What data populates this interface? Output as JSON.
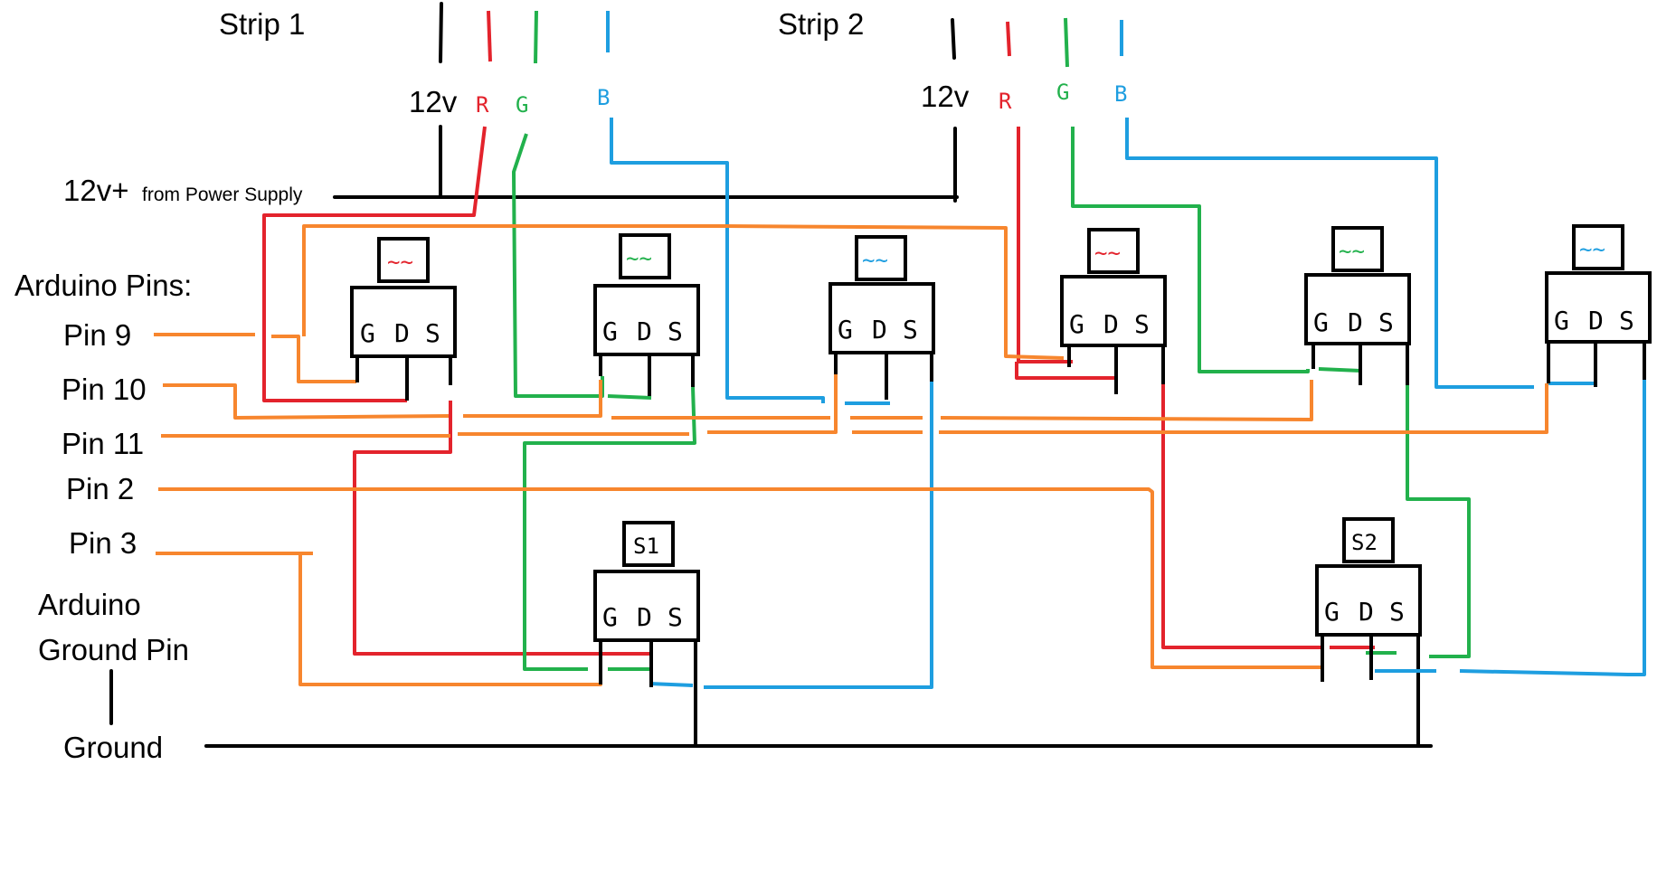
{
  "labels": {
    "strip1": "Strip 1",
    "strip2": "Strip 2",
    "v12_strip1": "12v",
    "v12_strip2": "12v",
    "r": "R",
    "g": "G",
    "b": "B",
    "psu_main": "12v+",
    "psu_sub": "from Power Supply",
    "arduino_pins": "Arduino Pins:",
    "pin9": "Pin 9",
    "pin10": "Pin 10",
    "pin11": "Pin 11",
    "pin2": "Pin 2",
    "pin3": "Pin 3",
    "arduino_ground_1": "Arduino",
    "arduino_ground_2": "Ground Pin",
    "ground": "Ground"
  },
  "mosfets": [
    {
      "id": "strip1-red",
      "g": "G",
      "d": "D",
      "s": "S"
    },
    {
      "id": "strip1-green",
      "g": "G",
      "d": "D",
      "s": "S"
    },
    {
      "id": "strip1-blue",
      "g": "G",
      "d": "D",
      "s": "S"
    },
    {
      "id": "strip2-red",
      "g": "G",
      "d": "D",
      "s": "S"
    },
    {
      "id": "strip2-green",
      "g": "G",
      "d": "D",
      "s": "S"
    },
    {
      "id": "strip2-blue",
      "g": "G",
      "d": "D",
      "s": "S"
    },
    {
      "id": "strip1-switch",
      "g": "G",
      "d": "D",
      "s": "S",
      "tag": "S1"
    },
    {
      "id": "strip2-switch",
      "g": "G",
      "d": "D",
      "s": "S",
      "tag": "S2"
    }
  ],
  "colors": {
    "black": "#000000",
    "red": "#e3232c",
    "green": "#22b14c",
    "blue": "#1e9ee0",
    "orange": "#f7862e"
  }
}
